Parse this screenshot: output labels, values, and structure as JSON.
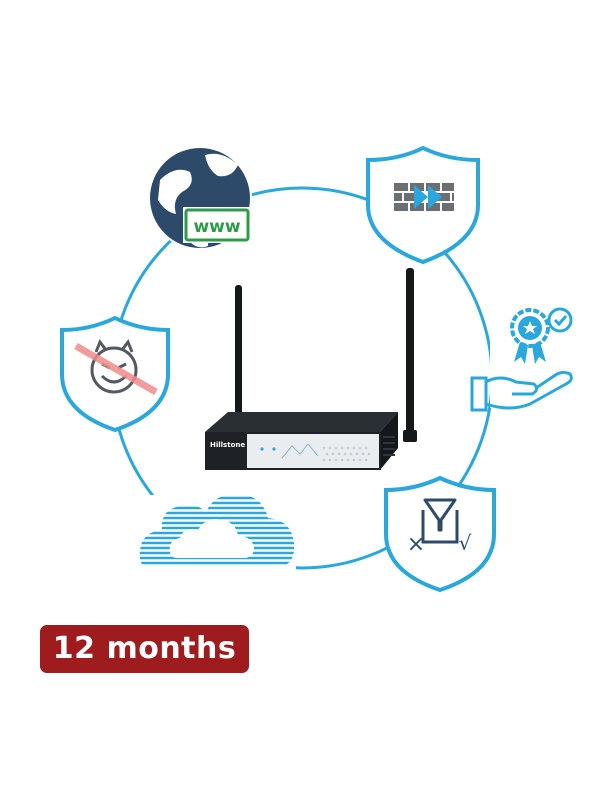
{
  "product": {
    "brand": "Hillstone",
    "model_line": "Firewall",
    "description_icons": [
      "web-filtering-globe-icon",
      "firewall-shield-icon",
      "support-award-hand-icon",
      "url-filter-shield-icon",
      "cloud-icon",
      "antimalware-shield-icon"
    ]
  },
  "subscription": {
    "duration_label": "12 months"
  },
  "colors": {
    "ring": "#2aa7dd",
    "icon_blue": "#2aa7dd",
    "globe_navy": "#2d4a6b",
    "www_green": "#2e9b4a",
    "brick_gray": "#6b6f74",
    "forbidden_red": "#f08b8b",
    "badge_red": "#9e1b1e",
    "device_body": "#1e2226",
    "device_front": "#e9edf0"
  },
  "glyphs": {
    "www": "www",
    "cross": "×",
    "check": "√"
  }
}
